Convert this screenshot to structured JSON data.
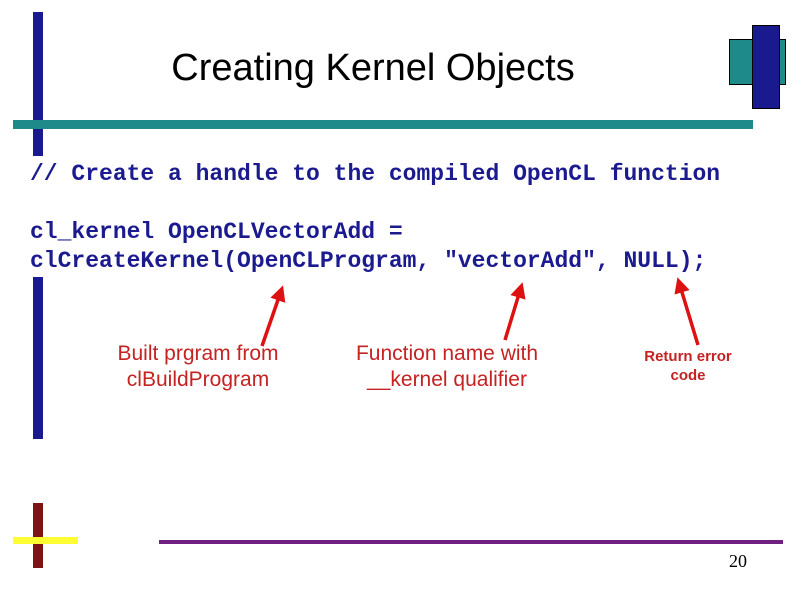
{
  "slide": {
    "title": "Creating Kernel Objects",
    "code": {
      "comment": "// Create a handle to the compiled OpenCL function",
      "declaration": "cl_kernel OpenCLVectorAdd =",
      "call": "clCreateKernel(OpenCLProgram, \"vectorAdd\", NULL);"
    },
    "callouts": [
      {
        "line1": "Built prgram from",
        "line2": "clBuildProgram"
      },
      {
        "line1": "Function name with",
        "line2": "__kernel qualifier"
      },
      {
        "line1": "Return error",
        "line2": "code"
      }
    ],
    "page_number": "20",
    "colors": {
      "accent_navy": "#1a1a8f",
      "accent_teal": "#1f8a8a",
      "code_blue": "#1b1b8f",
      "arrow_red": "#dd1111",
      "callout_red": "#c52222",
      "accent_maroon": "#7f1313",
      "accent_yellow": "#ffff33",
      "accent_purple": "#702080",
      "background": "#ffffff"
    }
  }
}
